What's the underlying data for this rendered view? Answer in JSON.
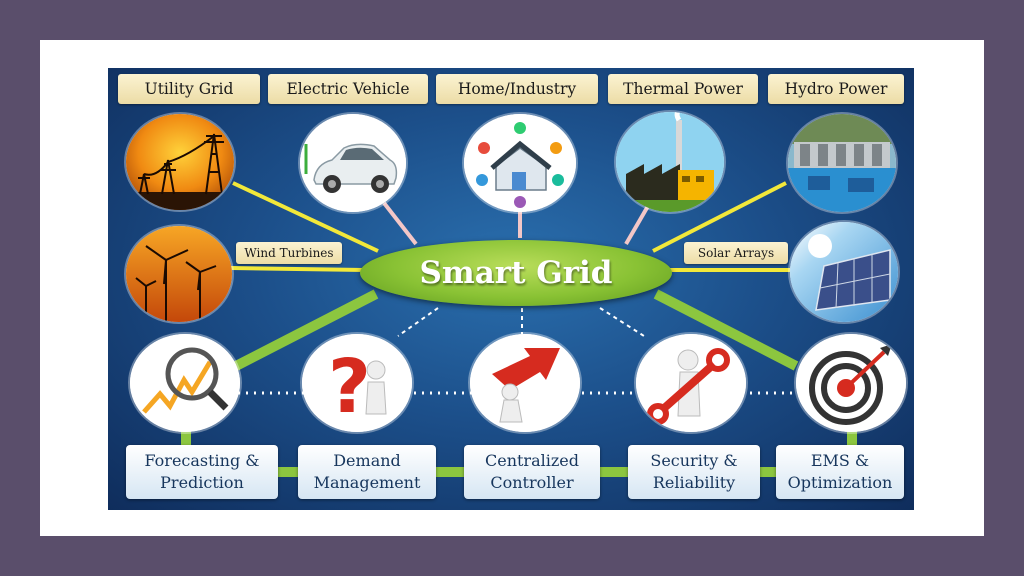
{
  "hub": {
    "label": "Smart Grid"
  },
  "sources": {
    "utility_grid": "Utility Grid",
    "electric_vehicle": "Electric Vehicle",
    "home_industry": "Home/Industry",
    "thermal_power": "Thermal Power",
    "hydro_power": "Hydro Power",
    "wind_turbines": "Wind Turbines",
    "solar_arrays": "Solar Arrays"
  },
  "functions": {
    "forecasting": {
      "line1": "Forecasting &",
      "line2": "Prediction"
    },
    "demand": {
      "line1": "Demand",
      "line2": "Management"
    },
    "controller": {
      "line1": "Centralized",
      "line2": "Controller"
    },
    "security": {
      "line1": "Security &",
      "line2": "Reliability"
    },
    "ems": {
      "line1": "EMS &",
      "line2": "Optimization"
    }
  },
  "colors": {
    "frame": "#5a4e6b",
    "panel": "#1c4f8a",
    "hub_green": "#89c234",
    "connector_yellow": "#f2e83a",
    "connector_green": "#8cc63f",
    "label_cream": "#f5ebc4",
    "box_text": "#17365d"
  },
  "icons": {
    "utility_grid": "power-tower-icon",
    "electric_vehicle": "car-icon",
    "home_industry": "smart-home-icon",
    "thermal_power": "factory-icon",
    "hydro_power": "dam-icon",
    "wind_turbines": "wind-turbine-icon",
    "solar_arrays": "solar-panel-icon",
    "forecasting": "magnifier-chart-icon",
    "demand": "question-mark-icon",
    "controller": "arrow-push-icon",
    "security": "wrench-icon",
    "ems": "target-dart-icon"
  }
}
